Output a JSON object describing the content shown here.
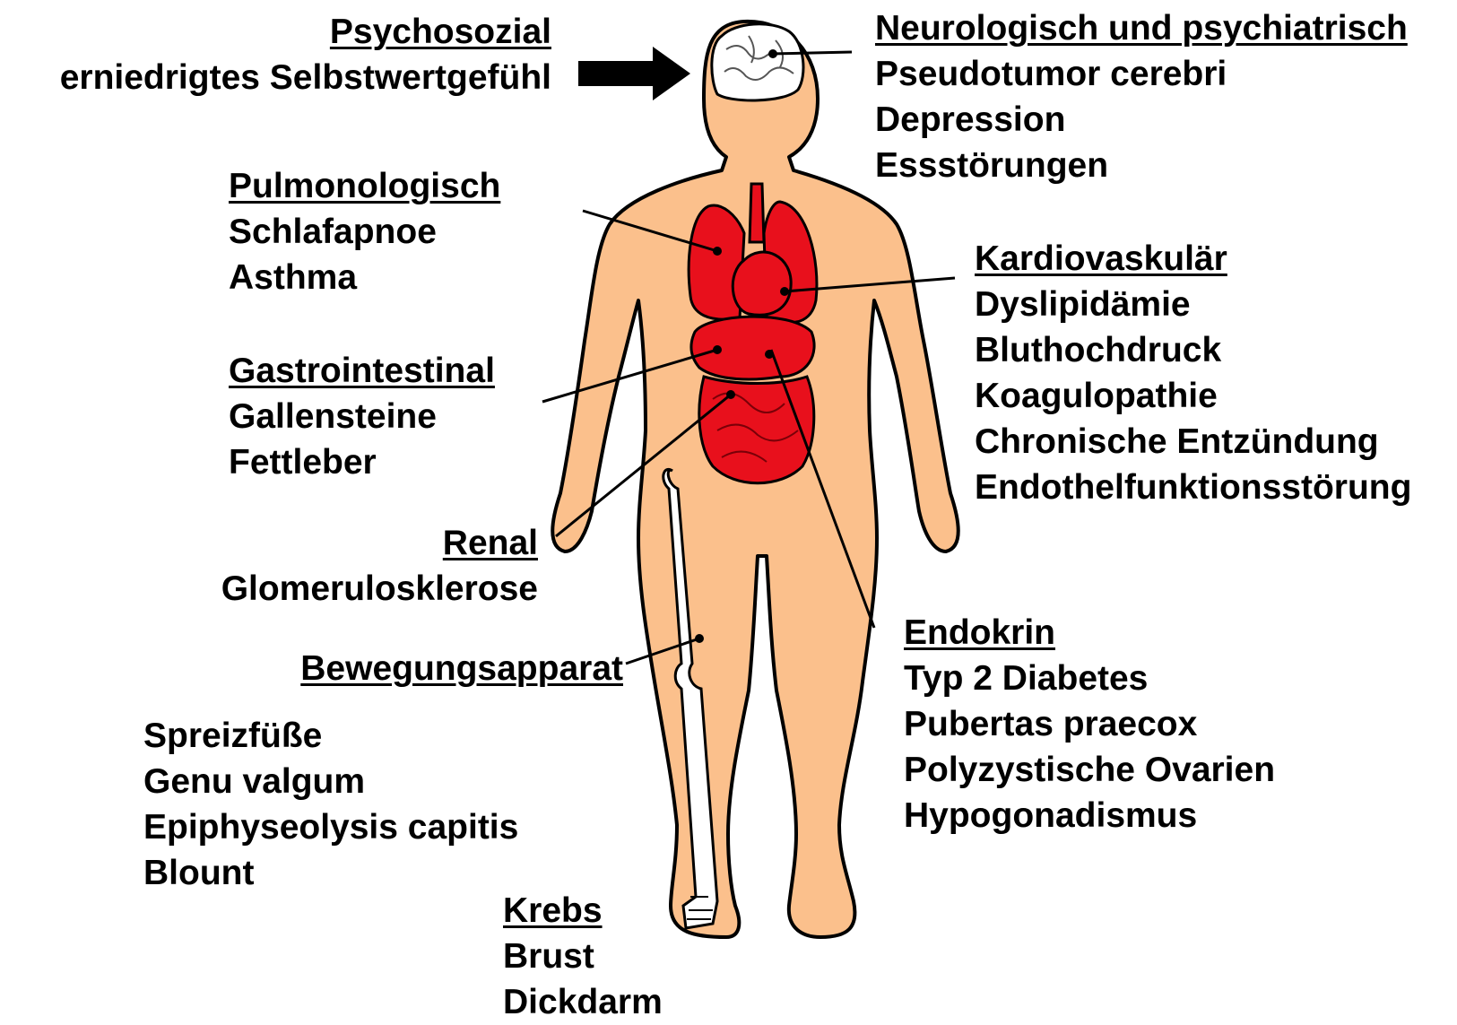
{
  "colors": {
    "skin": "#fbc08c",
    "organ": "#e8101c",
    "outline": "#000000",
    "bone": "#ffffff",
    "text": "#000000"
  },
  "icons": [
    "arrow-right-icon",
    "brain-icon",
    "skeleton-leg-icon"
  ],
  "groups": {
    "psychosozial": {
      "heading": "Psychosozial",
      "items": [
        "erniedrigtes Selbstwertgefühl"
      ]
    },
    "neurologisch": {
      "heading": "Neurologisch und psychiatrisch",
      "items": [
        "Pseudotumor cerebri",
        "Depression",
        "Essstörungen"
      ]
    },
    "pulmonologisch": {
      "heading": "Pulmonologisch",
      "items": [
        "Schlafapnoe",
        "Asthma"
      ]
    },
    "kardiovaskulaer": {
      "heading": "Kardiovaskulär",
      "items": [
        "Dyslipidämie",
        "Bluthochdruck",
        "Koagulopathie",
        "Chronische Entzündung",
        "Endothelfunktionsstörung"
      ]
    },
    "gastrointestinal": {
      "heading": "Gastrointestinal",
      "items": [
        "Gallensteine",
        "Fettleber"
      ]
    },
    "renal": {
      "heading": "Renal",
      "items": [
        "Glomerulosklerose"
      ]
    },
    "bewegungsapparat": {
      "heading": "Bewegungsapparat",
      "items": [
        "Spreizfüße",
        "Genu valgum",
        "Epiphyseolysis capitis",
        "Blount"
      ]
    },
    "endokrin": {
      "heading": "Endokrin",
      "items": [
        "Typ 2 Diabetes",
        "Pubertas praecox",
        "Polyzystische Ovarien",
        "Hypogonadismus"
      ]
    },
    "krebs": {
      "heading": "Krebs",
      "items": [
        "Brust",
        "Dickdarm"
      ]
    }
  }
}
